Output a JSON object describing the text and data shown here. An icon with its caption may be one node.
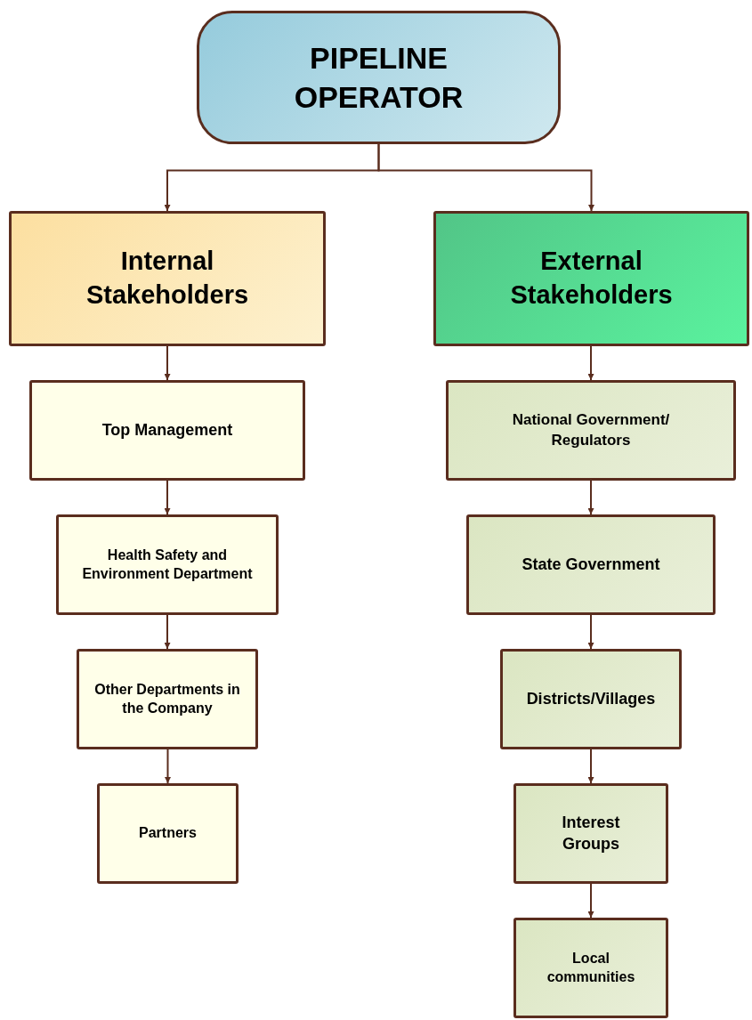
{
  "diagram": {
    "nodes": [
      {
        "text": [
          "PIPELINE OPERATOR"
        ]
      },
      {
        "text": [
          "Internal Stakeholders"
        ]
      },
      {
        "text": [
          "External Stakeholders"
        ]
      },
      {
        "text": [
          "Top Management"
        ]
      },
      {
        "text": [
          "Health Safety and Environment Department"
        ]
      },
      {
        "text": [
          "Other Departments in the Company"
        ]
      },
      {
        "text": [
          "Partners"
        ]
      },
      {
        "text": [
          "National Government/ Regulators"
        ]
      },
      {
        "text": [
          "State Government"
        ]
      },
      {
        "text": [
          "Districts/Villages"
        ]
      },
      {
        "text": [
          "Interest Groups"
        ]
      },
      {
        "text": [
          "Local communities"
        ]
      }
    ],
    "edges": [
      {
        "from": 0,
        "to": 1,
        "arrow": "to"
      },
      {
        "from": 0,
        "to": 2,
        "arrow": "to"
      },
      {
        "from": 1,
        "to": 3,
        "arrow": "to"
      },
      {
        "from": 3,
        "to": 4,
        "arrow": "to"
      },
      {
        "from": 4,
        "to": 5,
        "arrow": "to"
      },
      {
        "from": 5,
        "to": 6,
        "arrow": "to"
      },
      {
        "from": 2,
        "to": 7,
        "arrow": "to"
      },
      {
        "from": 7,
        "to": 8,
        "arrow": "to"
      },
      {
        "from": 8,
        "to": 9,
        "arrow": "to"
      },
      {
        "from": 9,
        "to": 10,
        "arrow": "to"
      },
      {
        "from": 10,
        "to": 11,
        "arrow": "to"
      }
    ]
  }
}
